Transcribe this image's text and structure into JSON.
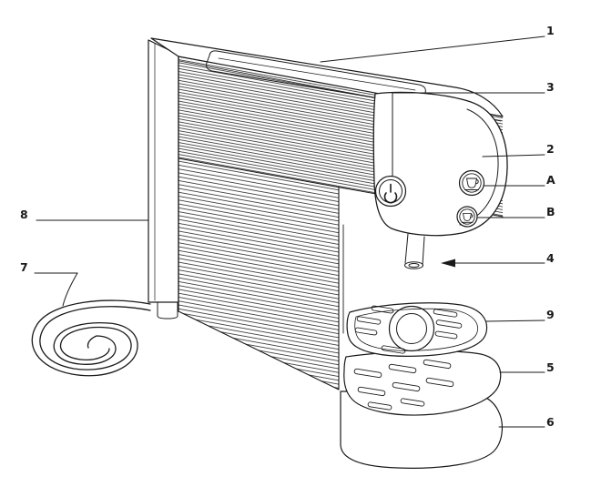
{
  "figure": {
    "background": "#ffffff",
    "line_color": "#1a1a1a",
    "callouts": {
      "top_lid": "1",
      "side_button_upper": "2",
      "power_button": "3",
      "coffee_outlet": "4",
      "drip_tray": "5",
      "base": "6",
      "power_cord": "7",
      "rear_panel": "8",
      "cup_support": "9",
      "button_a": "A",
      "button_b": "B"
    }
  }
}
